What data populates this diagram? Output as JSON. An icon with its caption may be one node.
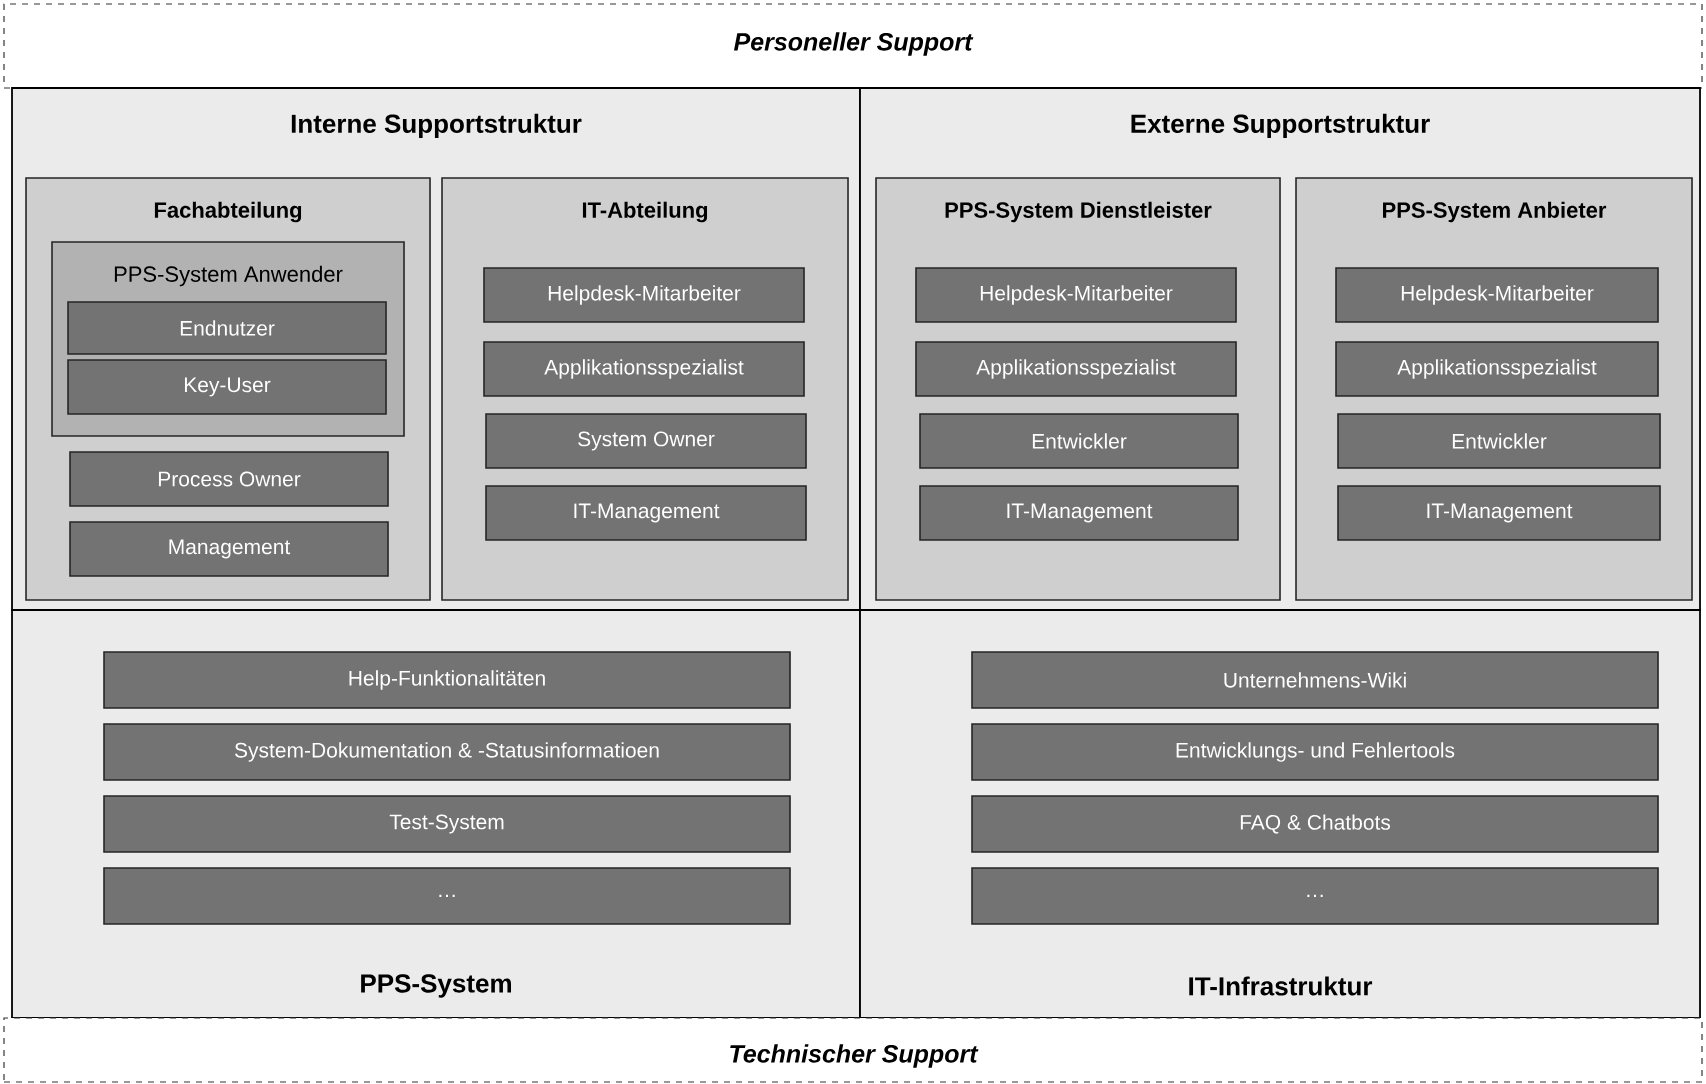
{
  "diagram": {
    "nodes": [
      {
        "text": [
          "Personeller Support"
        ]
      },
      {
        "text": [
          "Interne Supportstruktur"
        ]
      },
      {
        "text": [
          "Fachabteilung"
        ],
        "in": 1
      },
      {
        "text": [
          "PPS-System Anwender"
        ],
        "in": 2
      },
      {
        "text": [
          "Endnutzer"
        ],
        "in": 3
      },
      {
        "text": [
          "Key-User"
        ],
        "in": 3
      },
      {
        "text": [
          "Process Owner"
        ],
        "in": 2
      },
      {
        "text": [
          "Management"
        ],
        "in": 2
      },
      {
        "text": [
          "IT-Abteilung"
        ],
        "in": 1
      },
      {
        "text": [
          "Helpdesk-Mitarbeiter"
        ],
        "in": 8
      },
      {
        "text": [
          "Applikationsspezialist"
        ],
        "in": 8
      },
      {
        "text": [
          "System Owner"
        ],
        "in": 8
      },
      {
        "text": [
          "IT-Management"
        ],
        "in": 8
      },
      {
        "text": [
          "Externe Supportstruktur"
        ]
      },
      {
        "text": [
          "PPS-System Dienstleister"
        ],
        "in": 13
      },
      {
        "text": [
          "Helpdesk-Mitarbeiter"
        ],
        "in": 14
      },
      {
        "text": [
          "Applikationsspezialist"
        ],
        "in": 14
      },
      {
        "text": [
          "Entwickler"
        ],
        "in": 14
      },
      {
        "text": [
          "IT-Management"
        ],
        "in": 14
      },
      {
        "text": [
          "PPS-System Anbieter"
        ],
        "in": 13
      },
      {
        "text": [
          "Helpdesk-Mitarbeiter"
        ],
        "in": 19
      },
      {
        "text": [
          "Applikationsspezialist"
        ],
        "in": 19
      },
      {
        "text": [
          "Entwickler"
        ],
        "in": 19
      },
      {
        "text": [
          "IT-Management"
        ],
        "in": 19
      },
      {
        "text": [
          "PPS-System"
        ]
      },
      {
        "text": [
          "Help-Funktionalitäten"
        ],
        "in": 24
      },
      {
        "text": [
          "System-Dokumentation & -Statusinformatioen"
        ],
        "in": 24
      },
      {
        "text": [
          "Test-System"
        ],
        "in": 24
      },
      {
        "text": [
          "…"
        ],
        "in": 24
      },
      {
        "text": [
          "IT-Infrastruktur"
        ]
      },
      {
        "text": [
          "Unternehmens-Wiki"
        ],
        "in": 29
      },
      {
        "text": [
          "Entwicklungs- und Fehlertools"
        ],
        "in": 29
      },
      {
        "text": [
          "FAQ & Chatbots"
        ],
        "in": 29
      },
      {
        "text": [
          "…"
        ],
        "in": 29
      },
      {
        "text": [
          "Technischer Support"
        ]
      }
    ]
  }
}
